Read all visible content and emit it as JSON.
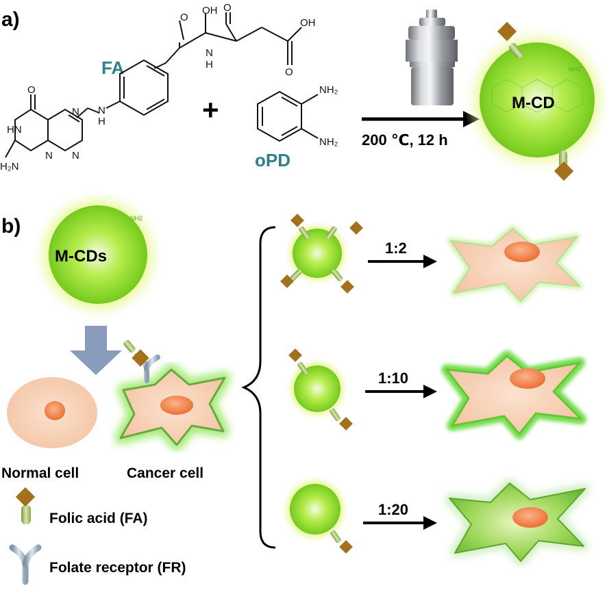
{
  "panel_a": {
    "label": "a)",
    "fa_label": "FA",
    "opd_label": "oPD",
    "plus": "+",
    "condition": "200 ℃, 12 h",
    "product_label": "M-CD",
    "atoms": {
      "oh_top": "OH",
      "oh_right": "OH",
      "o_top": "O",
      "o_amide": "O",
      "o_acid": "O",
      "nh_amide": "N",
      "h_amide": "H",
      "n_amine": "N",
      "h_amine": "H",
      "o_ring": "O",
      "hn_ring": "HN",
      "n_ring1": "N",
      "n_ring2": "N",
      "n_ring3": "N",
      "h2n": "H₂N",
      "nh2_a": "NH₂",
      "nh2_b": "NH₂"
    }
  },
  "panel_b": {
    "label": "b)",
    "mcds_label": "M-CDs",
    "normal_cell": "Normal cell",
    "cancer_cell": "Cancer  cell",
    "ratios": [
      "1:2",
      "1:10",
      "1:20"
    ],
    "legend_fa": "Folic acid (FA)",
    "legend_fr": "Folate receptor (FR)",
    "np_text": "NH2"
  },
  "colors": {
    "nanoparticle": "#9be23a",
    "glow": "#d8f56a",
    "label_teal": "#2f7f8c",
    "cell": "#f6c9a8",
    "nucleus": "#f08040",
    "fa_diamond": "#a5701b",
    "linker": "#a9c46e"
  }
}
